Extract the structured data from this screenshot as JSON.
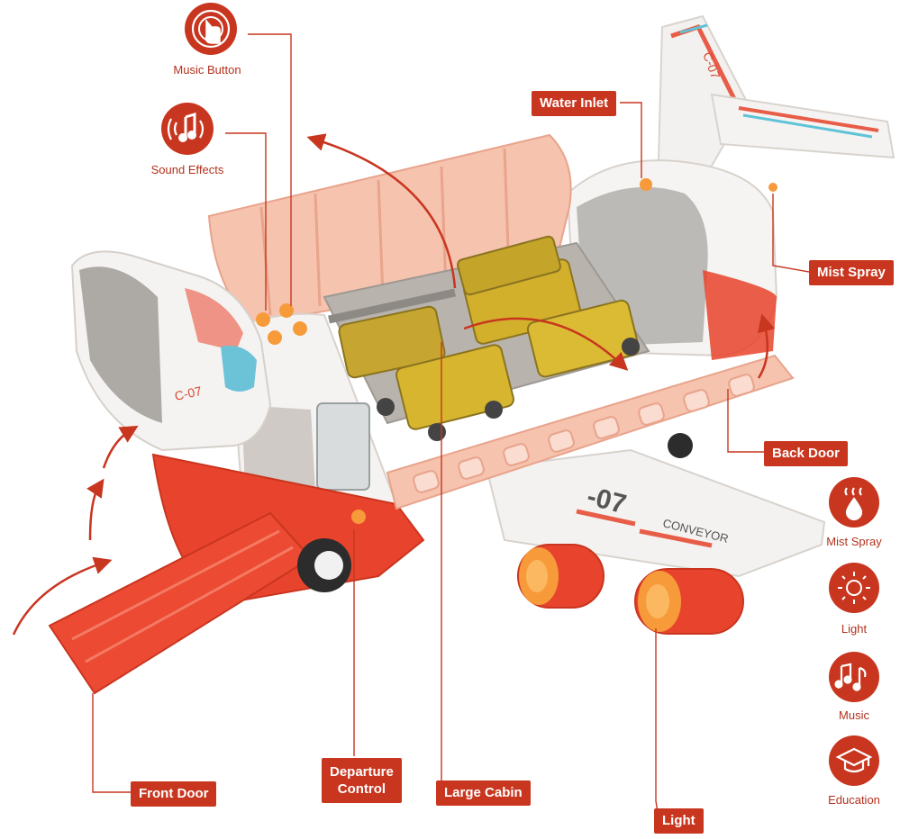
{
  "callouts": {
    "water_inlet": "Water Inlet",
    "mist_spray": "Mist Spray",
    "back_door": "Back Door",
    "front_door": "Front Door",
    "departure_control_line1": "Departure",
    "departure_control_line2": "Control",
    "large_cabin": "Large Cabin",
    "light": "Light"
  },
  "top_icons": [
    {
      "icon": "music-button-icon",
      "label": "Music Button"
    },
    {
      "icon": "sound-effects-icon",
      "label": "Sound Effects"
    }
  ],
  "feature_icons": [
    {
      "icon": "mist-spray-icon",
      "label": "Mist Spray"
    },
    {
      "icon": "light-icon",
      "label": "Light"
    },
    {
      "icon": "music-icon",
      "label": "Music"
    },
    {
      "icon": "education-icon",
      "label": "Education"
    }
  ],
  "plane_markings": {
    "wing_code": "-07",
    "wing_word": "CONVEYOR",
    "nose_code": "C-07",
    "tail_code": "C-07"
  },
  "colors": {
    "accent": "#c8361f",
    "plane_red": "#e8432c",
    "cargo_peach": "#f6b9a3",
    "vehicle_yellow": "#d7b52e",
    "button_orange": "#f79a3a"
  }
}
